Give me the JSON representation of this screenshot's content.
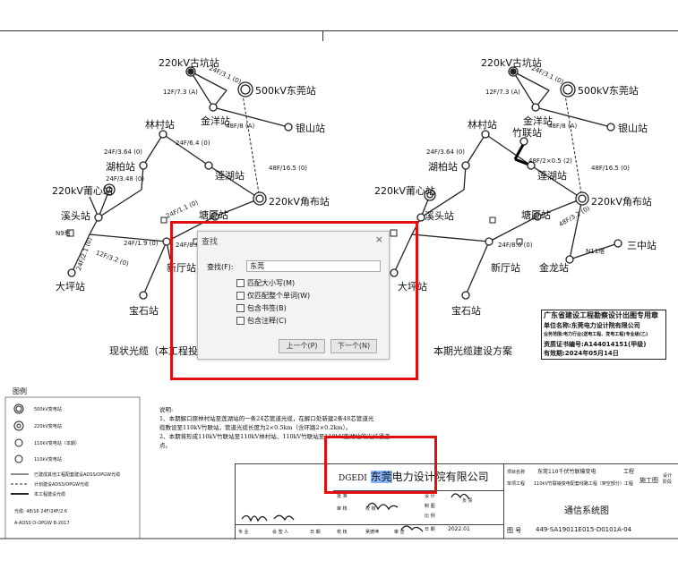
{
  "left_diagram": {
    "stations": {
      "gukeng": "220kV古坑站",
      "dongguan": "500kV东莞站",
      "jinyang": "金洋站",
      "yinshan": "银山站",
      "lincun": "林村站",
      "hubai": "湖柏站",
      "lianhu": "莲湖站",
      "puxin": "220kV莆心站",
      "xitou": "溪头站",
      "tangxia": "塘厦站",
      "jiaobu": "220kV角布站",
      "xinting": "新厅站",
      "daping": "大坪站",
      "baoshi": "宝石站"
    },
    "line_labels": {
      "l1": "12F/7.3 (A)",
      "l2": "24F/3.1 (0)",
      "l3": "24F/6.4 (0)",
      "l4": "24F/3.64 (0)",
      "l5": "24F/3.48 (0)",
      "l6": "48F/16.5 (0)",
      "l7": "24F/1.9 (0)",
      "l8": "12F/3.2 (0)",
      "l9": "24F/2.1 (0)",
      "l10": "24F/8.6",
      "l11": "24F/1.1 (0)",
      "l12": "48F/8 (A)",
      "junction": "N9塔"
    },
    "caption": "现状光缆（本工程投产前）"
  },
  "right_diagram": {
    "stations": {
      "gukeng": "220kV古坑站",
      "dongguan": "500kV东莞站",
      "jinyang": "金洋站",
      "yinshan": "银山站",
      "lincun": "林村站",
      "zhulian": "竹联站",
      "hubai": "湖柏站",
      "lianhu": "莲湖站",
      "puxin": "220kV莆心站",
      "xitou": "溪头站",
      "tangxia": "塘厦站",
      "jiaobu": "220kV角布站",
      "sanzhong": "三中站",
      "xinting": "新厅站",
      "jinlong": "金龙站",
      "daping": "大坪站",
      "baoshi": "宝石站"
    },
    "line_labels": {
      "l1": "12F/7.3 (A)",
      "l2": "24F/3.1 (0)",
      "l3": "24F/3.64 (0)",
      "l4": "48F/2×0.5 (2)",
      "l5": "48F/16.5 (0)",
      "l6": "24F/8.6 (0)",
      "l7": "48F/3.2 (0)",
      "l8": "N11塔",
      "l9": "48F/8 (A)"
    },
    "caption": "本期光缆建设方案"
  },
  "stamp": {
    "line1": "广东省建设工程勘察设计出图专用章",
    "line2": "单位名称:东莞电力设计院有限公司",
    "line3": "业务范围:电力行业(送电工程、变电工程)专业级(乙)",
    "line4": "资质证书编号:A144014151(甲级)",
    "line5": "有效期:2024年05月14日"
  },
  "legend": {
    "title": "图例",
    "items": [
      "500kV变电站",
      "220kV变电站",
      "110kV变电站（本期）",
      "110kV变电站",
      "已建成其他工程配套建设ADSS/OPGW光缆",
      "计划建设ADSS/OPGW光缆",
      "本工程建设光缆"
    ],
    "footnote": "光缆: 48/16   24F/24F/2.6",
    "footnote2": "A-ADSS  O-OPGW  B-2017"
  },
  "notes": {
    "title": "说明:",
    "line1": "1、本期解口原林村站至莲湖站的一条24芯管道光缆，在解口处新建2条48芯管道光",
    "line2": "缆敷设至110kV竹联站，管道光缆长度为2×0.5km（含环路2×0.2km）。",
    "line3": "2、本期将形成110kV竹联站至110kV林村站、110kV竹联站至110kV莲湖站的光纤通道",
    "line4": "点。"
  },
  "title_block": {
    "company_prefix": "DGEDI",
    "company_highlight": "东莞",
    "company_rest": "电力设计院有限公司",
    "project_label": "项目名称",
    "project_value": "东莞110千伏竹联输变电",
    "project_suffix": "工程",
    "single_label": "单项工程",
    "single_value": "110kV竹联输变电配套线路工程（架空部分）工程",
    "stage_label": "施工图",
    "stage2": "设计阶段",
    "drawing_name": "通信系统图",
    "drawing_no_label": "图 号",
    "drawing_no": "449-SA19011E015-D0101A-04",
    "date": "2022.01",
    "roles": [
      "批 准",
      "审 核",
      "校 核",
      "设 计",
      "制 图",
      "比 例",
      "日 期"
    ],
    "cols": [
      "专 业",
      "会 签 人",
      "日 期",
      "校 核",
      "吴德坤",
      "审 查",
      "负 责"
    ]
  },
  "dialog": {
    "title": "查找",
    "close": "×",
    "find_label": "查找(F):",
    "find_value": "东莞",
    "options": [
      "匹配大小写(M)",
      "仅匹配整个单词(W)",
      "包含书签(B)",
      "包含注释(C)"
    ],
    "prev_button": "上一个(P)",
    "next_button": "下一个(N)"
  }
}
